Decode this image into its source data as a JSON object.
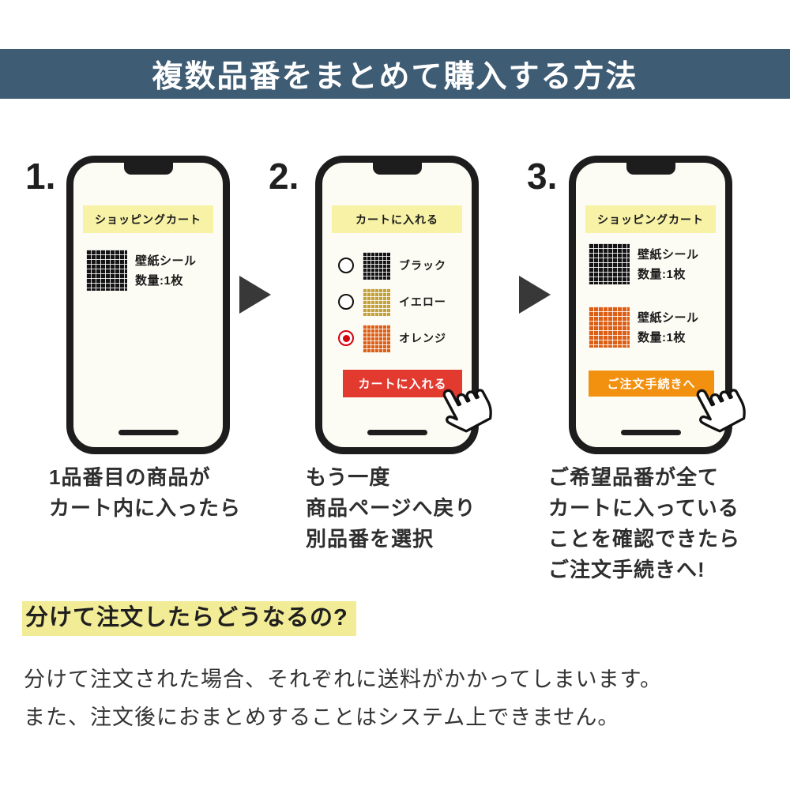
{
  "banner": {
    "title": "複数品番をまとめて購入する方法"
  },
  "steps": [
    {
      "number": "1.",
      "phone": {
        "header": "ショッピングカート",
        "products": [
          {
            "swatch": "black",
            "name": "壁紙シール",
            "qty": "数量:1枚"
          }
        ]
      },
      "caption": "1品番目の商品が\nカート内に入ったら"
    },
    {
      "number": "2.",
      "phone": {
        "header": "カートに入れる",
        "options": [
          {
            "swatch": "black",
            "label": "ブラック",
            "selected": false
          },
          {
            "swatch": "yellow",
            "label": "イエロー",
            "selected": false
          },
          {
            "swatch": "orange",
            "label": "オレンジ",
            "selected": true
          }
        ],
        "button": {
          "label": "カートに入れる"
        }
      },
      "caption": "もう一度\n商品ページへ戻り\n別品番を選択"
    },
    {
      "number": "3.",
      "phone": {
        "header": "ショッピングカート",
        "products": [
          {
            "swatch": "black",
            "name": "壁紙シール",
            "qty": "数量:1枚"
          },
          {
            "swatch": "orange",
            "name": "壁紙シール",
            "qty": "数量:1枚"
          }
        ],
        "button": {
          "label": "ご注文手続きへ"
        }
      },
      "caption": "ご希望品番が全て\nカートに入っている\nことを確認できたら\nご注文手続きへ!"
    }
  ],
  "faq": {
    "question": "分けて注文したらどうなるの?",
    "answer": [
      "分けて注文された場合、それぞれに送料がかかってしまいます。",
      "また、注文後におまとめすることはシステム上できません。"
    ]
  },
  "colors": {
    "banner_bg": "#3e5c74",
    "banner_text": "#ffffff",
    "phone_header_bg": "#f7f2a6",
    "highlight": "#f3ec96",
    "red_button": "#e33a30",
    "orange_button": "#f29110",
    "radio_selected": "#d7000f",
    "arrow": "#383838"
  },
  "swatch_colors": {
    "black": "#141414",
    "yellow": "#c3a23b",
    "orange": "#dc5f15"
  }
}
